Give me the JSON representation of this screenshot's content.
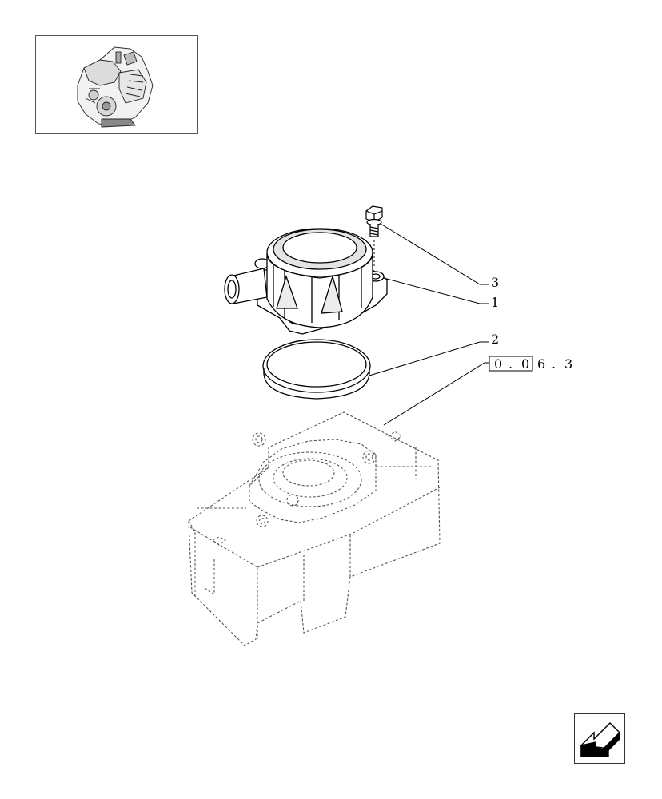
{
  "callouts": [
    {
      "id": "callout-3",
      "label": "3"
    },
    {
      "id": "callout-1",
      "label": "1"
    },
    {
      "id": "callout-2",
      "label": "2"
    }
  ],
  "reference": {
    "boxed": [
      "0",
      ".",
      "0"
    ],
    "rest": [
      "6",
      ".",
      "3"
    ]
  },
  "icons": {
    "thumbnail": "engine-thumbnail-icon",
    "nav": "back-arrow-icon"
  },
  "colors": {
    "line": "#000000",
    "ghost": "#555555",
    "shade": "#cfcfcf"
  }
}
